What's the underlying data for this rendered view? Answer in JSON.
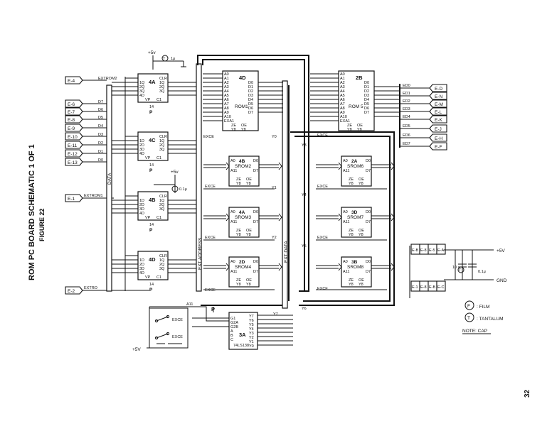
{
  "vertical_title": {
    "title": "ROM PC BOARD SCHEMATIC 1 OF 1",
    "figure": "FIGURE 22"
  },
  "page_number": "32",
  "left_connectors": [
    {
      "label": "E-4",
      "signal": "EXTROM2"
    },
    {
      "label": "E-6",
      "signal": "D7"
    },
    {
      "label": "E-7",
      "signal": "D6"
    },
    {
      "label": "E-8",
      "signal": "D5"
    },
    {
      "label": "E-9",
      "signal": "D4"
    },
    {
      "label": "E-10",
      "signal": "D3"
    },
    {
      "label": "E-11",
      "signal": "D2"
    },
    {
      "label": "E-12",
      "signal": "D1"
    },
    {
      "label": "E-13",
      "signal": "D0"
    }
  ],
  "connector_e1": {
    "label": "E-1",
    "signal": "EXTROM1"
  },
  "connector_e2": {
    "label": "E-2",
    "signal": "EXTRO"
  },
  "latches": [
    {
      "id": "4A",
      "pins_in": [
        "1Q",
        "2Q",
        "3Q",
        "4D"
      ],
      "pins_out": [
        "CLR",
        "1Q",
        "2Q",
        "3Q"
      ],
      "bottom": [
        "VP",
        "C1"
      ],
      "num": "14"
    },
    {
      "id": "4C",
      "pins_in": [
        "1D",
        "2D",
        "3D",
        "4D"
      ],
      "pins_out": [
        "CLR",
        "1Q",
        "2Q",
        "3Q"
      ],
      "bottom": [
        "VP",
        "C1"
      ],
      "num": "14"
    },
    {
      "id": "4B",
      "pins_in": [
        "1D",
        "2D",
        "3D",
        "4D"
      ],
      "pins_out": [
        "CLR",
        "1Q",
        "2Q",
        "3Q"
      ],
      "bottom": [
        "VP",
        "C1"
      ],
      "num": "14"
    },
    {
      "id": "4D",
      "pins_in": [
        "1D",
        "2D",
        "3D",
        "4D"
      ],
      "pins_out": [
        "CLR",
        "1Q",
        "2Q",
        "3Q"
      ],
      "bottom": [
        "VP",
        "C1"
      ],
      "num": "14"
    }
  ],
  "rom_main": {
    "id": "4D",
    "name": "ROM1",
    "left": [
      "A0",
      "A1",
      "A2",
      "A3",
      "A4",
      "A5",
      "A6",
      "A7",
      "A8",
      "A9",
      "A10",
      "EXA1"
    ],
    "right": [
      "D0",
      "D1",
      "D2",
      "D3",
      "D4",
      "D5",
      "D6",
      "D7"
    ],
    "bottom": [
      "ZE",
      "OE",
      "Y8",
      "Y8"
    ]
  },
  "rom_right_top": {
    "id": "2B",
    "name": "ROM 5",
    "left": [
      "A0",
      "A1",
      "A2",
      "A3",
      "A4",
      "A5",
      "A6",
      "A7",
      "A8",
      "A9",
      "A10",
      "EXA1"
    ],
    "right": [
      "D0",
      "D1",
      "D2",
      "D3",
      "D4",
      "D5",
      "D6",
      "D7"
    ],
    "bottom": [
      "ZE",
      "OE",
      "Y8",
      "Y8"
    ]
  },
  "roms_small": [
    {
      "id": "4B",
      "name": "SROM2",
      "top": "A0",
      "sub": "A11",
      "out": "D0",
      "out2": "D7",
      "bottom": [
        "ZE",
        "OE",
        "Y8",
        "Y8"
      ]
    },
    {
      "id": "4A",
      "name": "SROM3",
      "top": "A0",
      "sub": "A11",
      "out": "D0",
      "out2": "D7",
      "bottom": [
        "ZE",
        "OE",
        "Y8",
        "Y8"
      ]
    },
    {
      "id": "2D",
      "name": "SROM4",
      "top": "A0",
      "sub": "A11",
      "out": "D0",
      "out2": "D7",
      "bottom": [
        "ZE",
        "OE",
        "Y8",
        "Y8"
      ]
    },
    {
      "id": "2A",
      "name": "SROM6",
      "top": "A0",
      "sub": "A11",
      "out": "D0",
      "out2": "D7",
      "bottom": [
        "ZE",
        "OE",
        "Y8",
        "Y8"
      ]
    },
    {
      "id": "3D",
      "name": "SROM7",
      "top": "A0",
      "sub": "A11",
      "out": "D0",
      "out2": "D7",
      "bottom": [
        "ZE",
        "OE",
        "Y8",
        "Y8"
      ]
    },
    {
      "id": "3B",
      "name": "SROM8",
      "top": "A0",
      "sub": "A11",
      "out": "D0",
      "out2": "D7",
      "bottom": [
        "ZE",
        "OE",
        "Y8",
        "Y8"
      ]
    }
  ],
  "decoder": {
    "id": "3A",
    "part": "74LS138",
    "left": [
      "G1",
      "G2A",
      "G2B",
      "A",
      "B",
      "C"
    ],
    "right": [
      "Y7",
      "Y6",
      "Y5",
      "Y4",
      "Y3",
      "Y2",
      "Y1",
      "Y0"
    ],
    "p": "P",
    "a11": "A11"
  },
  "right_connectors": [
    {
      "label": "E-D",
      "signal": "ED0"
    },
    {
      "label": "E-N",
      "signal": "ED1"
    },
    {
      "label": "E-M",
      "signal": "ED2"
    },
    {
      "label": "E-L",
      "signal": "ED3"
    },
    {
      "label": "E-K",
      "signal": "ED4"
    },
    {
      "label": "E-J",
      "signal": "ED5"
    },
    {
      "label": "E-H",
      "signal": "ED6"
    },
    {
      "label": "E-F",
      "signal": "ED7"
    }
  ],
  "bus_labels": {
    "data": "DATA",
    "ext_address": "EXT ADDRESS",
    "ext_data": "EXT DATA"
  },
  "power": {
    "plus5v": "+5V",
    "plus5v_alt": "+5v",
    "gnd": "GND",
    "cap1": "10",
    "cap2": "0.1μ",
    "cap_tant": "10",
    "top_cap": "1μ",
    "mid_cap": "0.1μ"
  },
  "power_connectors_top": [
    "E-B",
    "E-8",
    "E-5",
    "E-A"
  ],
  "power_connectors_bottom": [
    "E-1",
    "E-8",
    "E-B",
    "E-C"
  ],
  "legend": {
    "film_symbol": "F",
    "film": ": FILM",
    "tant_symbol": "T",
    "tant": ": TANTALUM",
    "note": "NOTE: CAP"
  },
  "exce_label": "EXCE",
  "y_labels": [
    "Y0",
    "Y1",
    "Y2",
    "Y3",
    "Y4",
    "Y5",
    "Y6",
    "Y7"
  ],
  "addr_labels": [
    "A0",
    "A1",
    "A2",
    "A3",
    "A4",
    "A5",
    "A6",
    "A7"
  ],
  "switch_labels": [
    "EXCE",
    "EXCE"
  ],
  "a11_label": "A11",
  "p_label": "P"
}
